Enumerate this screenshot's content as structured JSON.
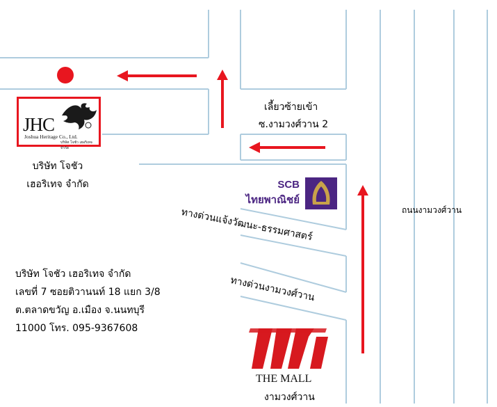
{
  "company": {
    "name_line1": "บริษัท โจชัว",
    "name_line2": "เฮอริเทจ จำกัด",
    "logo_letters": "JHC",
    "logo_english": "Joshua Heritage Co., Ltd.",
    "logo_thai": "บริษัท โจชัว เฮอริเทจ จำกัด"
  },
  "address": {
    "line1": "บริษัท โจชัว เฮอริเทจ จำกัด",
    "line2": "เลขที่ 7 ซอยติวานนท์ 18 แยก 3/8",
    "line3": "ต.ตลาดขวัญ อ.เมือง จ.นนทบุรี",
    "line4": "11000 โทร. 095-9367608"
  },
  "roads": {
    "turn_left_line1": "เลี้ยวซ้ายเข้า",
    "turn_left_line2": "ซ.งามวงศ์วาน 2",
    "expressway_chaeng": "ทางด่วนแจ้งวัฒนะ-ธรรมศาสตร์",
    "expressway_ngamwong": "ทางด่วนงามวงศ์วาน",
    "main_road": "ถนนงามวงศ์วาน"
  },
  "landmarks": {
    "scb_word": "SCB",
    "scb_thai": "ไทยพาณิชย์",
    "mall_name": "THE MALL",
    "mall_branch": "งามวงศ์วาน"
  },
  "colors": {
    "arrow": "#e8161f",
    "road_line": "#aeccde",
    "scb_purple": "#4b2582",
    "scb_gold": "#c8a24a",
    "mall_red": "#d7191f",
    "destination_dot": "#e8161f"
  }
}
